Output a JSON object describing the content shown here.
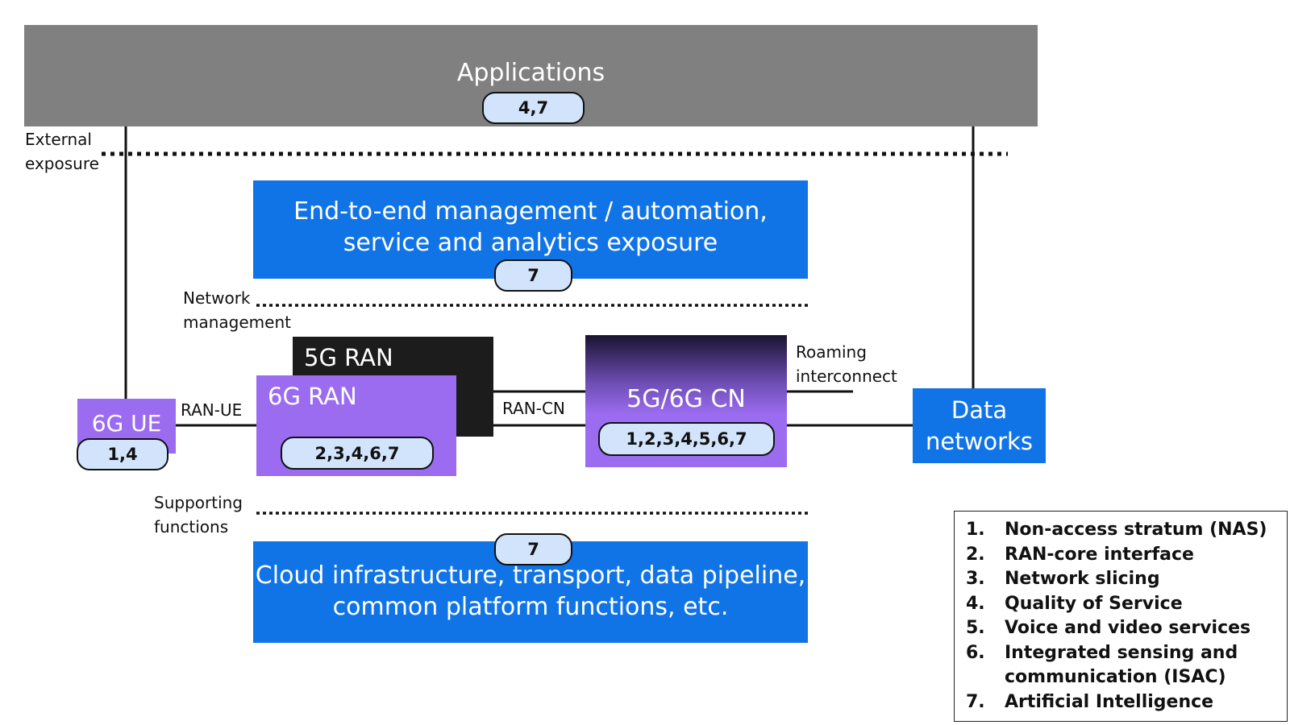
{
  "applications": {
    "title": "Applications",
    "tags": "4,7"
  },
  "external_exposure_label": "External\nexposure",
  "management": {
    "title_line1": "End-to-end management / automation,",
    "title_line2": "service and analytics exposure",
    "tags": "7"
  },
  "network_management_label": "Network\nmanagement",
  "ran_5g": {
    "title": "5G RAN"
  },
  "ran_6g": {
    "title": "6G RAN",
    "tags": "2,3,4,6,7"
  },
  "ue_6g": {
    "title": "6G UE",
    "tags": "1,4"
  },
  "cn": {
    "title": "5G/6G CN",
    "tags": "1,2,3,4,5,6,7"
  },
  "data_networks": {
    "line1": "Data",
    "line2": "networks"
  },
  "ran_ue_label": "RAN-UE",
  "ran_cn_label": "RAN-CN",
  "roaming_label": "Roaming\ninterconnect",
  "supporting_functions_label": "Supporting\nfunctions",
  "cloud": {
    "line1": "Cloud infrastructure, transport, data pipeline,",
    "line2": "common platform functions, etc.",
    "tags": "7"
  },
  "legend": [
    {
      "num": "1.",
      "text": "Non-access stratum (NAS)"
    },
    {
      "num": "2.",
      "text": "RAN-core interface"
    },
    {
      "num": "3.",
      "text": "Network slicing"
    },
    {
      "num": "4.",
      "text": "Quality of Service"
    },
    {
      "num": "5.",
      "text": "Voice and video services"
    },
    {
      "num": "6.",
      "text": "Integrated sensing and communication (ISAC)"
    },
    {
      "num": "7.",
      "text": "Artificial Intelligence"
    }
  ],
  "colors": {
    "blue": "#1174e6",
    "purple": "#9b6cf0",
    "gray": "#808080",
    "dark": "#1c1c1c",
    "pill": "#d2e4fb"
  }
}
